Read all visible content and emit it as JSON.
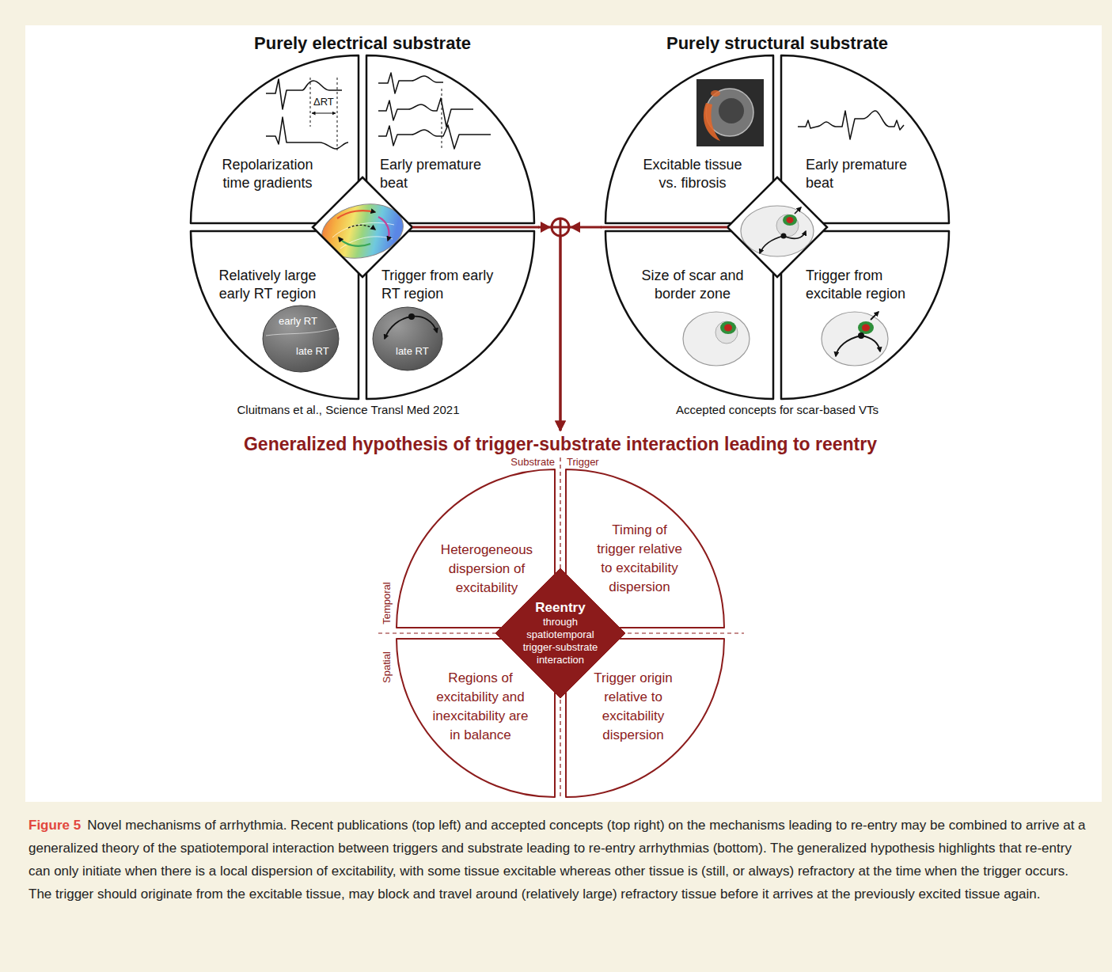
{
  "diagram": {
    "caption": "Novel mechanisms of arrhythmia. Recent publications (top left) and accepted concepts (top right) on the mechanisms leading to re-entry may be combined to arrive at a generalized theory of the spatiotemporal interaction between triggers and substrate leading to re-entry arrhythmias (bottom). The generalized hypothesis highlights that re-entry can only initiate when there is a local dispersion of excitability, with some tissue excitable whereas other tissue is (still, or always) refractory at the time when the trigger occurs. The trigger should originate from the excitable tissue, may block and travel around (relatively large) refractory tissue before it arrives at the previously excited tissue again.",
    "nodes": [
      {
        "text": [
          "Purely electrical substrate"
        ]
      },
      {
        "text": [
          "Repolarization time gradients"
        ],
        "in": 0
      },
      {
        "text": [
          "Early premature beat"
        ],
        "in": 0
      },
      {
        "text": [
          "Relatively large early RT region"
        ],
        "in": 0
      },
      {
        "text": [
          "Trigger from early RT region"
        ],
        "in": 0
      },
      {
        "text": [
          "Purely structural substrate"
        ]
      },
      {
        "text": [
          "Excitable tissue vs. fibrosis"
        ],
        "in": 5
      },
      {
        "text": [
          "Early premature beat"
        ],
        "in": 5
      },
      {
        "text": [
          "Size of scar and border zone"
        ],
        "in": 5
      },
      {
        "text": [
          "Trigger from excitable region"
        ],
        "in": 5
      },
      {
        "text": [
          "Generalized hypothesis of trigger-substrate interaction leading to reentry"
        ]
      },
      {
        "text": [
          "Heterogeneous dispersion of excitability"
        ],
        "in": 10
      },
      {
        "text": [
          "Timing of trigger relative to excitability dispersion"
        ],
        "in": 10
      },
      {
        "text": [
          "Regions of excitability and inexcitability are in balance"
        ],
        "in": 10
      },
      {
        "text": [
          "Trigger origin relative to excitability dispersion"
        ],
        "in": 10
      },
      {
        "text": [
          "Reentry",
          "through spatiotemporal trigger-substrate interaction"
        ],
        "in": 10
      }
    ],
    "edges": [
      {
        "from": 0,
        "to": 10,
        "arrow": "to"
      },
      {
        "from": 5,
        "to": 10,
        "arrow": "to"
      }
    ],
    "labels": [
      "ΔRT",
      "early RT",
      "late RT",
      "late RT",
      "Cluitmans et al., Science Transl Med 2021",
      "Accepted concepts for scar-based VTs",
      "Substrate",
      "Trigger",
      "Temporal",
      "Spatial",
      "Figure 5"
    ]
  }
}
